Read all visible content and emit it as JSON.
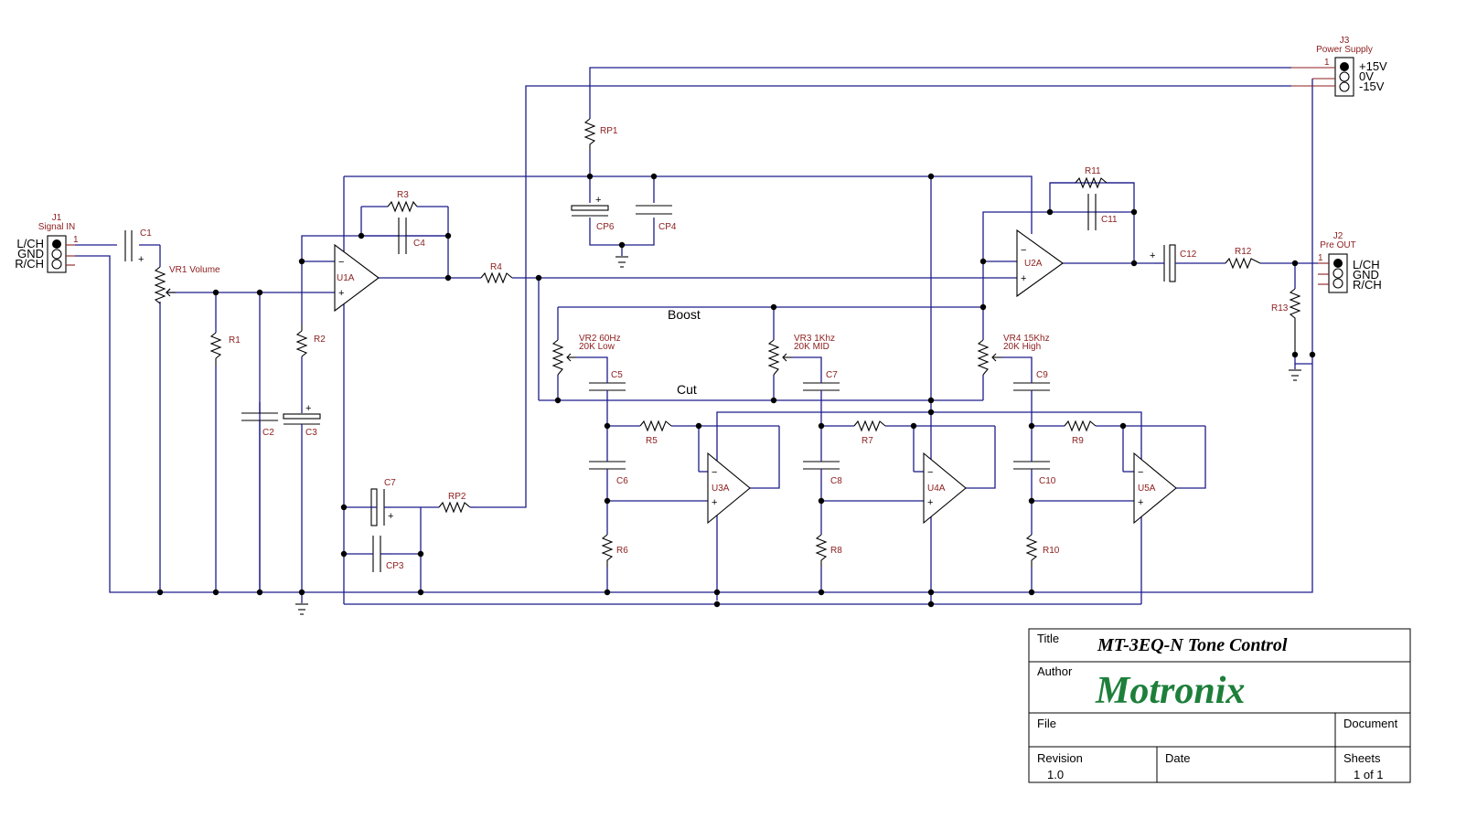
{
  "connectors": {
    "j1": {
      "ref": "J1",
      "name": "Signal IN",
      "pins": [
        "L/CH",
        "GND",
        "R/CH"
      ],
      "pin1": "1"
    },
    "j2": {
      "ref": "J2",
      "name": "Pre OUT",
      "pins": [
        "L/CH",
        "GND",
        "R/CH"
      ],
      "pin1": "1"
    },
    "j3": {
      "ref": "J3",
      "name": "Power Supply",
      "pins": [
        "+15V",
        "0V",
        "-15V"
      ],
      "pin1": "1"
    }
  },
  "components": {
    "c1": "C1",
    "vr1": "VR1 Volume",
    "r1": "R1",
    "c2": "C2",
    "r2": "R2",
    "c3": "C3",
    "r3": "R3",
    "c4": "C4",
    "u1a": "U1A",
    "r4": "R4",
    "c7a": "C7",
    "rp2": "RP2",
    "cp3": "CP3",
    "rp1": "RP1",
    "cp6": "CP6",
    "cp4": "CP4",
    "r11": "R11",
    "c11": "C11",
    "u2a": "U2A",
    "c12": "C12",
    "r12": "R12",
    "r13": "R13",
    "vr2": [
      "VR2 60Hz",
      "20K Low"
    ],
    "vr3": [
      "VR3 1Khz",
      "20K MID"
    ],
    "vr4": [
      "VR4 15Khz",
      "20K High"
    ],
    "c5": "C5",
    "c7b": "C7",
    "c9": "C9",
    "r5": "R5",
    "r7": "R7",
    "r9": "R9",
    "c6": "C6",
    "c8": "C8",
    "c10": "C10",
    "r6": "R6",
    "r8": "R8",
    "r10": "R10",
    "u3a": "U3A",
    "u4a": "U4A",
    "u5a": "U5A"
  },
  "labels": {
    "boost": "Boost",
    "cut": "Cut",
    "plus": "+",
    "minus": "−"
  },
  "title_block": {
    "title_label": "Title",
    "title": "MT-3EQ-N Tone Control",
    "author_label": "Author",
    "author": "Motronix",
    "file_label": "File",
    "document_label": "Document",
    "revision_label": "Revision",
    "revision": "1.0",
    "date_label": "Date",
    "sheets_label": "Sheets",
    "sheets": "1 of 1"
  },
  "colors": {
    "wire": "#1c1c8c",
    "lead": "#8c1c1c",
    "logo": "#1d7f3a"
  }
}
